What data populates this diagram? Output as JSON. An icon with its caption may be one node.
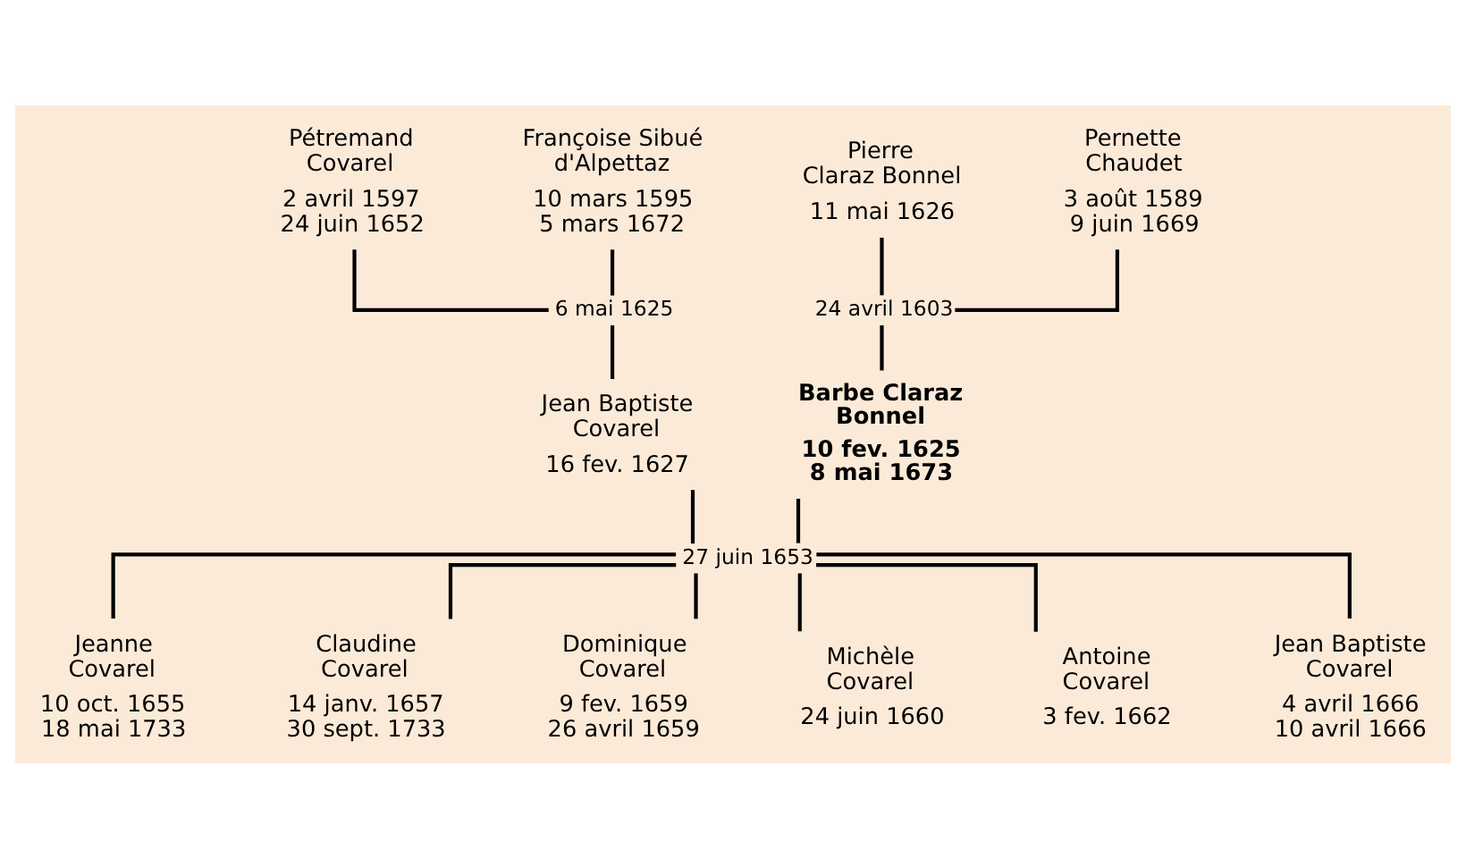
{
  "diagram": {
    "nodes": [
      {
        "text": [
          "Pétremand Covarel",
          "2 avril 1597",
          "24 juin 1652"
        ]
      },
      {
        "text": [
          "Françoise Sibué d'Alpettaz",
          "10 mars 1595",
          "5 mars 1672"
        ]
      },
      {
        "text": [
          "Pierre Claraz Bonnel",
          "11 mai 1626"
        ]
      },
      {
        "text": [
          "Pernette Chaudet",
          "3 août 1589",
          "9 juin 1669"
        ]
      },
      {
        "text": [
          "6 mai 1625"
        ]
      },
      {
        "text": [
          "24 avril 1603"
        ]
      },
      {
        "text": [
          "Jean Baptiste Covarel",
          "16 fev. 1627"
        ]
      },
      {
        "text": [
          "Barbe Claraz Bonnel",
          "10 fev. 1625",
          "8 mai 1673"
        ]
      },
      {
        "text": [
          "27 juin 1653"
        ]
      },
      {
        "text": [
          "Jeanne Covarel",
          "10 oct. 1655",
          "18 mai 1733"
        ]
      },
      {
        "text": [
          "Claudine Covarel",
          "14 janv. 1657",
          "30 sept. 1733"
        ]
      },
      {
        "text": [
          "Dominique Covarel",
          "9 fev. 1659",
          "26 avril 1659"
        ]
      },
      {
        "text": [
          "Michèle Covarel",
          "24 juin 1660"
        ]
      },
      {
        "text": [
          "Antoine Covarel",
          "3 fev. 1662"
        ]
      },
      {
        "text": [
          "Jean Baptiste Covarel",
          "4 avril 1666",
          "10 avril 1666"
        ]
      }
    ],
    "edges": [
      {
        "from": 0,
        "to": 4,
        "arrow": "none"
      },
      {
        "from": 1,
        "to": 4,
        "arrow": "none"
      },
      {
        "from": 4,
        "to": 6,
        "arrow": "none"
      },
      {
        "from": 2,
        "to": 5,
        "arrow": "none"
      },
      {
        "from": 3,
        "to": 5,
        "arrow": "none"
      },
      {
        "from": 5,
        "to": 7,
        "arrow": "none"
      },
      {
        "from": 6,
        "to": 8,
        "arrow": "none"
      },
      {
        "from": 7,
        "to": 8,
        "arrow": "none"
      },
      {
        "from": 8,
        "to": 9,
        "arrow": "none"
      },
      {
        "from": 8,
        "to": 10,
        "arrow": "none"
      },
      {
        "from": 8,
        "to": 11,
        "arrow": "none"
      },
      {
        "from": 8,
        "to": 12,
        "arrow": "none"
      },
      {
        "from": 8,
        "to": 13,
        "arrow": "none"
      },
      {
        "from": 8,
        "to": 14,
        "arrow": "none"
      }
    ]
  }
}
